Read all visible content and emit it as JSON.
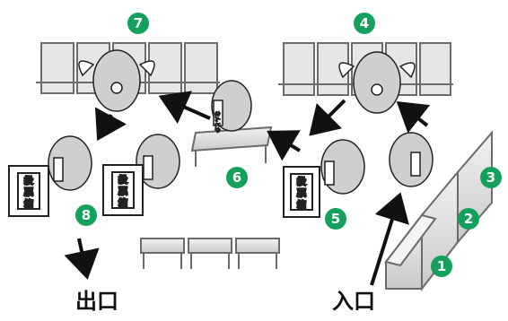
{
  "labels": {
    "exit": "出口",
    "entrance": "入口"
  },
  "ballot_box_text": [
    "投",
    "票",
    "箱"
  ],
  "bear_badge_text": "なんとか",
  "steps": [
    {
      "id": "1",
      "text": "1"
    },
    {
      "id": "2",
      "text": "2"
    },
    {
      "id": "3",
      "text": "3"
    },
    {
      "id": "4",
      "text": "4"
    },
    {
      "id": "5",
      "text": "5"
    },
    {
      "id": "6",
      "text": "6"
    },
    {
      "id": "7",
      "text": "7"
    },
    {
      "id": "8",
      "text": "8"
    }
  ],
  "colors": {
    "step_marker": "#13a05a",
    "booth_fill": "#e6e6e6",
    "booth_stroke": "#6b6b6b",
    "mascot_fill": "#cfcfcf"
  }
}
